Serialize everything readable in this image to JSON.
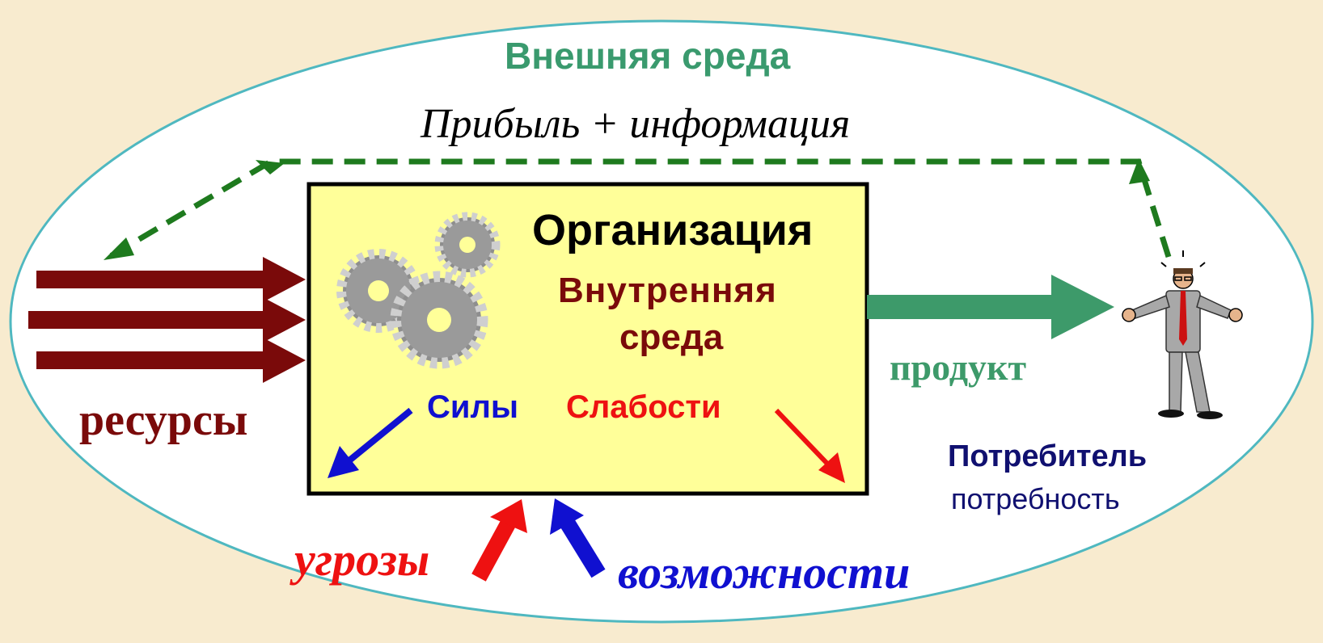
{
  "environment": {
    "label": "Внешняя среда"
  },
  "feedback": {
    "label": "Прибыль + информация"
  },
  "organization": {
    "title": "Организация",
    "internal_line1": "Внутренняя",
    "internal_line2": "среда",
    "strengths": "Силы",
    "weaknesses": "Слабости"
  },
  "inputs": {
    "label": "ресурсы"
  },
  "output": {
    "label": "продукт"
  },
  "consumer": {
    "title": "Потребитель",
    "need": "потребность"
  },
  "external_factors": {
    "threats": "угрозы",
    "opportunities": "возможности"
  },
  "icons": [
    "gears-icon",
    "consumer-figure-icon"
  ],
  "colors": {
    "background": "#f8ebcf",
    "ellipse_fill": "#ffffff",
    "ellipse_stroke": "#4fb8c0",
    "environment_text": "#3a9a6e",
    "organization_fill": "#ffff99",
    "resources": "#7a0a0a",
    "product": "#3d9a6a",
    "feedback": "#1e7a1e",
    "strengths": "#1010d0",
    "weaknesses": "#ee1111",
    "consumer_text": "#101070"
  }
}
